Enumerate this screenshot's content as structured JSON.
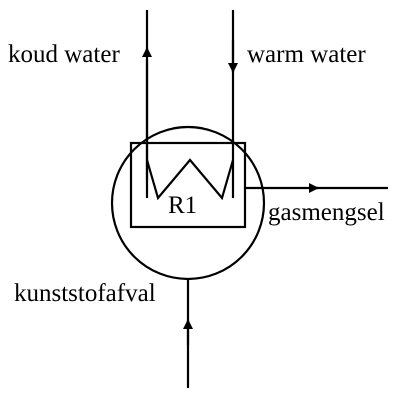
{
  "labels": {
    "cold_water": "koud water",
    "warm_water": "warm water",
    "reactor": "R1",
    "gas_mixture": "gasmengsel",
    "plastic_waste": "kunststofafval"
  },
  "colors": {
    "stroke": "#000000",
    "background": "#ffffff"
  }
}
